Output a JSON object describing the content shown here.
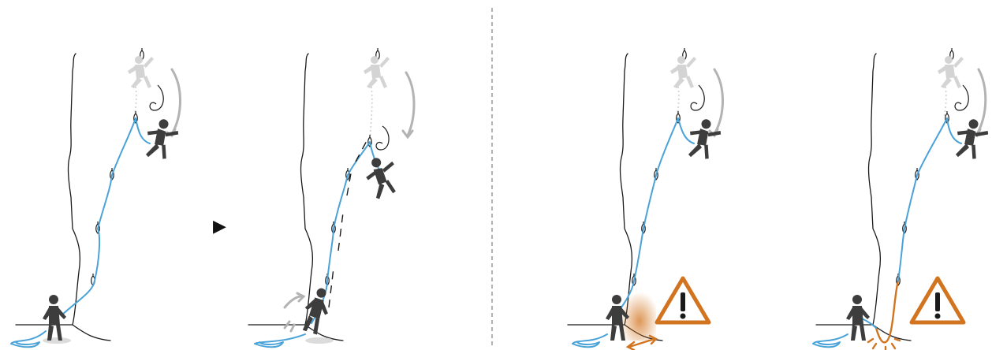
{
  "diagram": {
    "panels": [
      {
        "id": "panel-1",
        "state": "climber-falling"
      },
      {
        "id": "panel-2",
        "state": "dynamic-belay-rope-stretch"
      },
      {
        "id": "panel-3",
        "state": "belayer-pinned-against-wall",
        "warning": true
      },
      {
        "id": "panel-4",
        "state": "rope-rubbing-on-ground-edge",
        "warning": true
      }
    ],
    "sequence_arrow": "▶",
    "warning_icon": "warning-triangle-icon",
    "colors": {
      "rope": "#4aa3d8",
      "warning": "#d2741f",
      "person": "#3d3d3d",
      "ghost_climber": "#d4d4d4",
      "wall_line": "#1a1a1a"
    }
  }
}
